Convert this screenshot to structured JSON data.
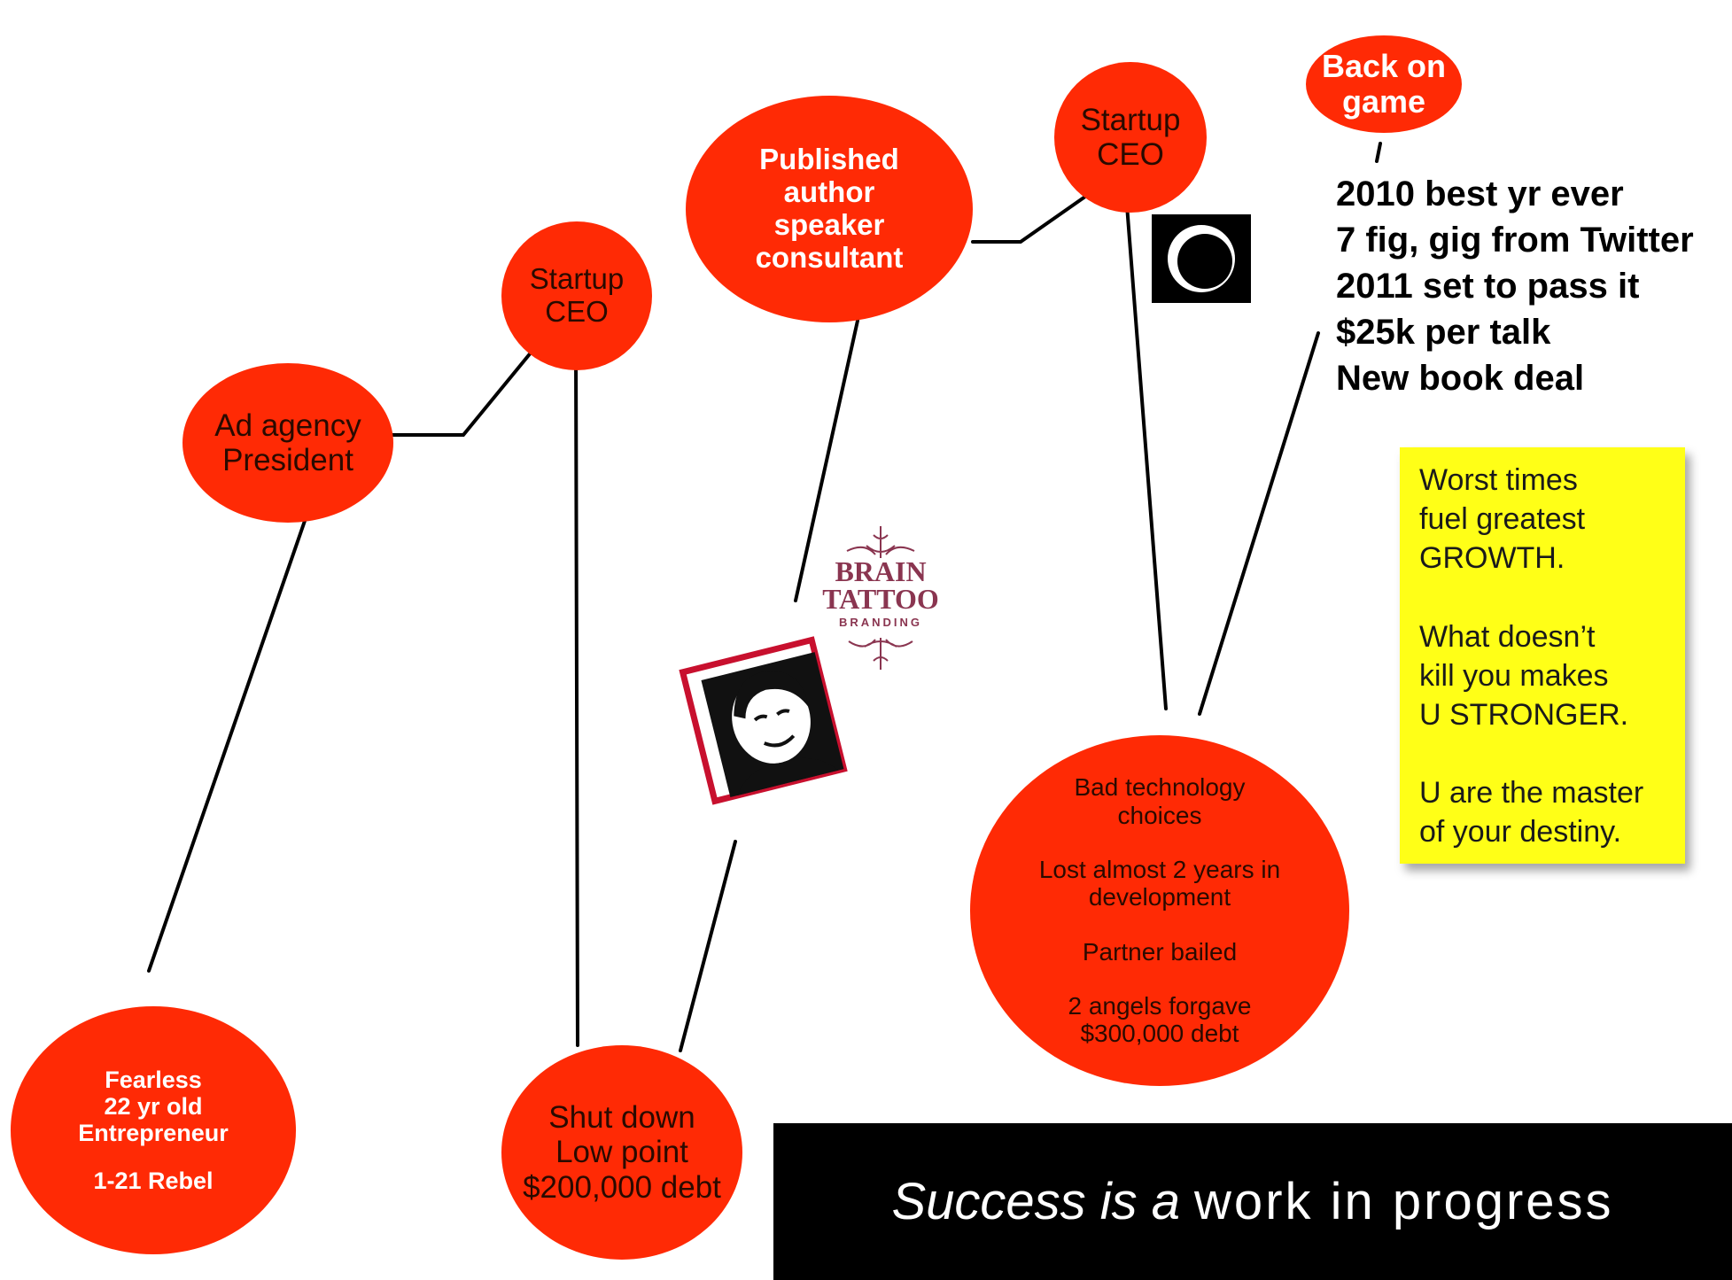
{
  "nodes": [
    {
      "lines": [
        "Fearless",
        "22 yr old",
        "Entrepreneur",
        "",
        "1-21 Rebel"
      ]
    },
    {
      "lines": [
        "Ad agency",
        "President"
      ]
    },
    {
      "lines": [
        "Startup",
        "CEO"
      ]
    },
    {
      "lines": [
        "Shut down",
        "Low point",
        "$200,000 debt"
      ]
    },
    {
      "lines": [
        "Published",
        "author",
        "speaker",
        "consultant"
      ]
    },
    {
      "lines": [
        "Startup",
        "CEO"
      ]
    },
    {
      "lines": [
        "Bad technology",
        "choices",
        "",
        "Lost almost 2 years in",
        "development",
        "",
        "Partner bailed",
        "",
        "2 angels forgave",
        "$300,000 debt"
      ]
    },
    {
      "lines": [
        "Back on",
        "game"
      ]
    }
  ],
  "achievements": [
    "2010 best yr ever",
    "7 fig, gig from Twitter",
    "2011 set to pass it",
    "$25k per talk",
    "New book deal"
  ],
  "note": [
    "Worst times",
    "fuel greatest",
    "GROWTH.",
    "",
    "What doesn’t",
    "kill you makes",
    "U STRONGER.",
    "",
    "U are the master",
    "of your destiny."
  ],
  "banner": {
    "italic": "Success is a",
    "normal": "work in progress"
  },
  "logos": {
    "brain": [
      "BRAIN",
      "TATTOO",
      "BRANDING"
    ]
  },
  "colors": {
    "node_fill": "#ff2a05",
    "note_fill": "#ffff17",
    "banner_bg": "#000000"
  }
}
